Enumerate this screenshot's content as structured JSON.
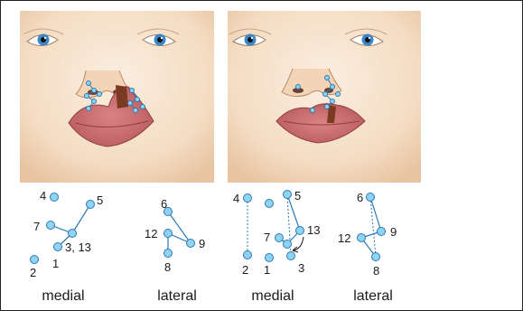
{
  "figure": {
    "captions": [
      "medial",
      "lateral",
      "medial",
      "lateral"
    ]
  },
  "diagrams": [
    {
      "points": [
        {
          "label": "4"
        },
        {
          "label": "5"
        },
        {
          "label": "7"
        },
        {
          "label": "3, 13"
        },
        {
          "label": "1"
        },
        {
          "label": "2"
        }
      ]
    },
    {
      "points": [
        {
          "label": "6"
        },
        {
          "label": "12"
        },
        {
          "label": "9"
        },
        {
          "label": "8"
        }
      ]
    },
    {
      "points": [
        {
          "label": "4"
        },
        {
          "label": "5"
        },
        {
          "label": "13"
        },
        {
          "label": "7"
        },
        {
          "label": "3"
        },
        {
          "label": "2"
        },
        {
          "label": "1"
        }
      ]
    },
    {
      "points": [
        {
          "label": "6"
        },
        {
          "label": "9"
        },
        {
          "label": "12"
        },
        {
          "label": "8"
        }
      ]
    }
  ],
  "colors": {
    "skin": "#f6e0c8",
    "skin_shadow": "#e9c6a5",
    "iris": "#3d86c8",
    "lip": "#c9676a",
    "lip_inner": "#a84b4e",
    "flap": "#7a3b22",
    "node_fill": "#8fd3f0",
    "node_stroke": "#2a79b8",
    "line": "#2a79b8"
  }
}
